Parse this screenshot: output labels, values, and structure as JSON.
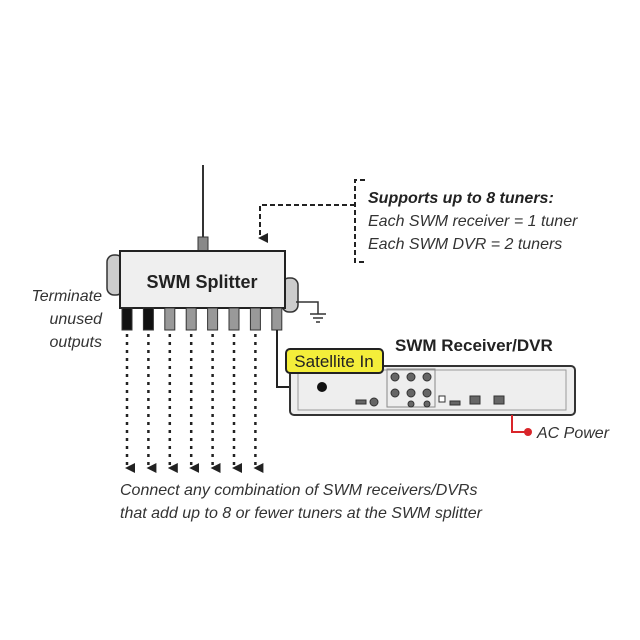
{
  "splitter": {
    "label": "SWM Splitter",
    "outputs": 8,
    "terminated_outputs": 2
  },
  "terminate_note": [
    "Terminate",
    "unused",
    "outputs"
  ],
  "support_note": {
    "title": "Supports up to 8 tuners:",
    "lines": [
      "Each SWM receiver = 1 tuner",
      "Each SWM DVR = 2 tuners"
    ]
  },
  "receiver": {
    "title": "SWM Receiver/DVR",
    "satellite_in_label": "Satellite In"
  },
  "ac_power": {
    "label": "AC Power",
    "color": "#d9252a"
  },
  "footer": [
    "Connect any combination of SWM receivers/DVRs",
    "that add up to 8 or fewer tuners at the SWM splitter"
  ],
  "colors": {
    "label_highlight": "#f4ee3a",
    "splitter_fill": "#efefef"
  }
}
